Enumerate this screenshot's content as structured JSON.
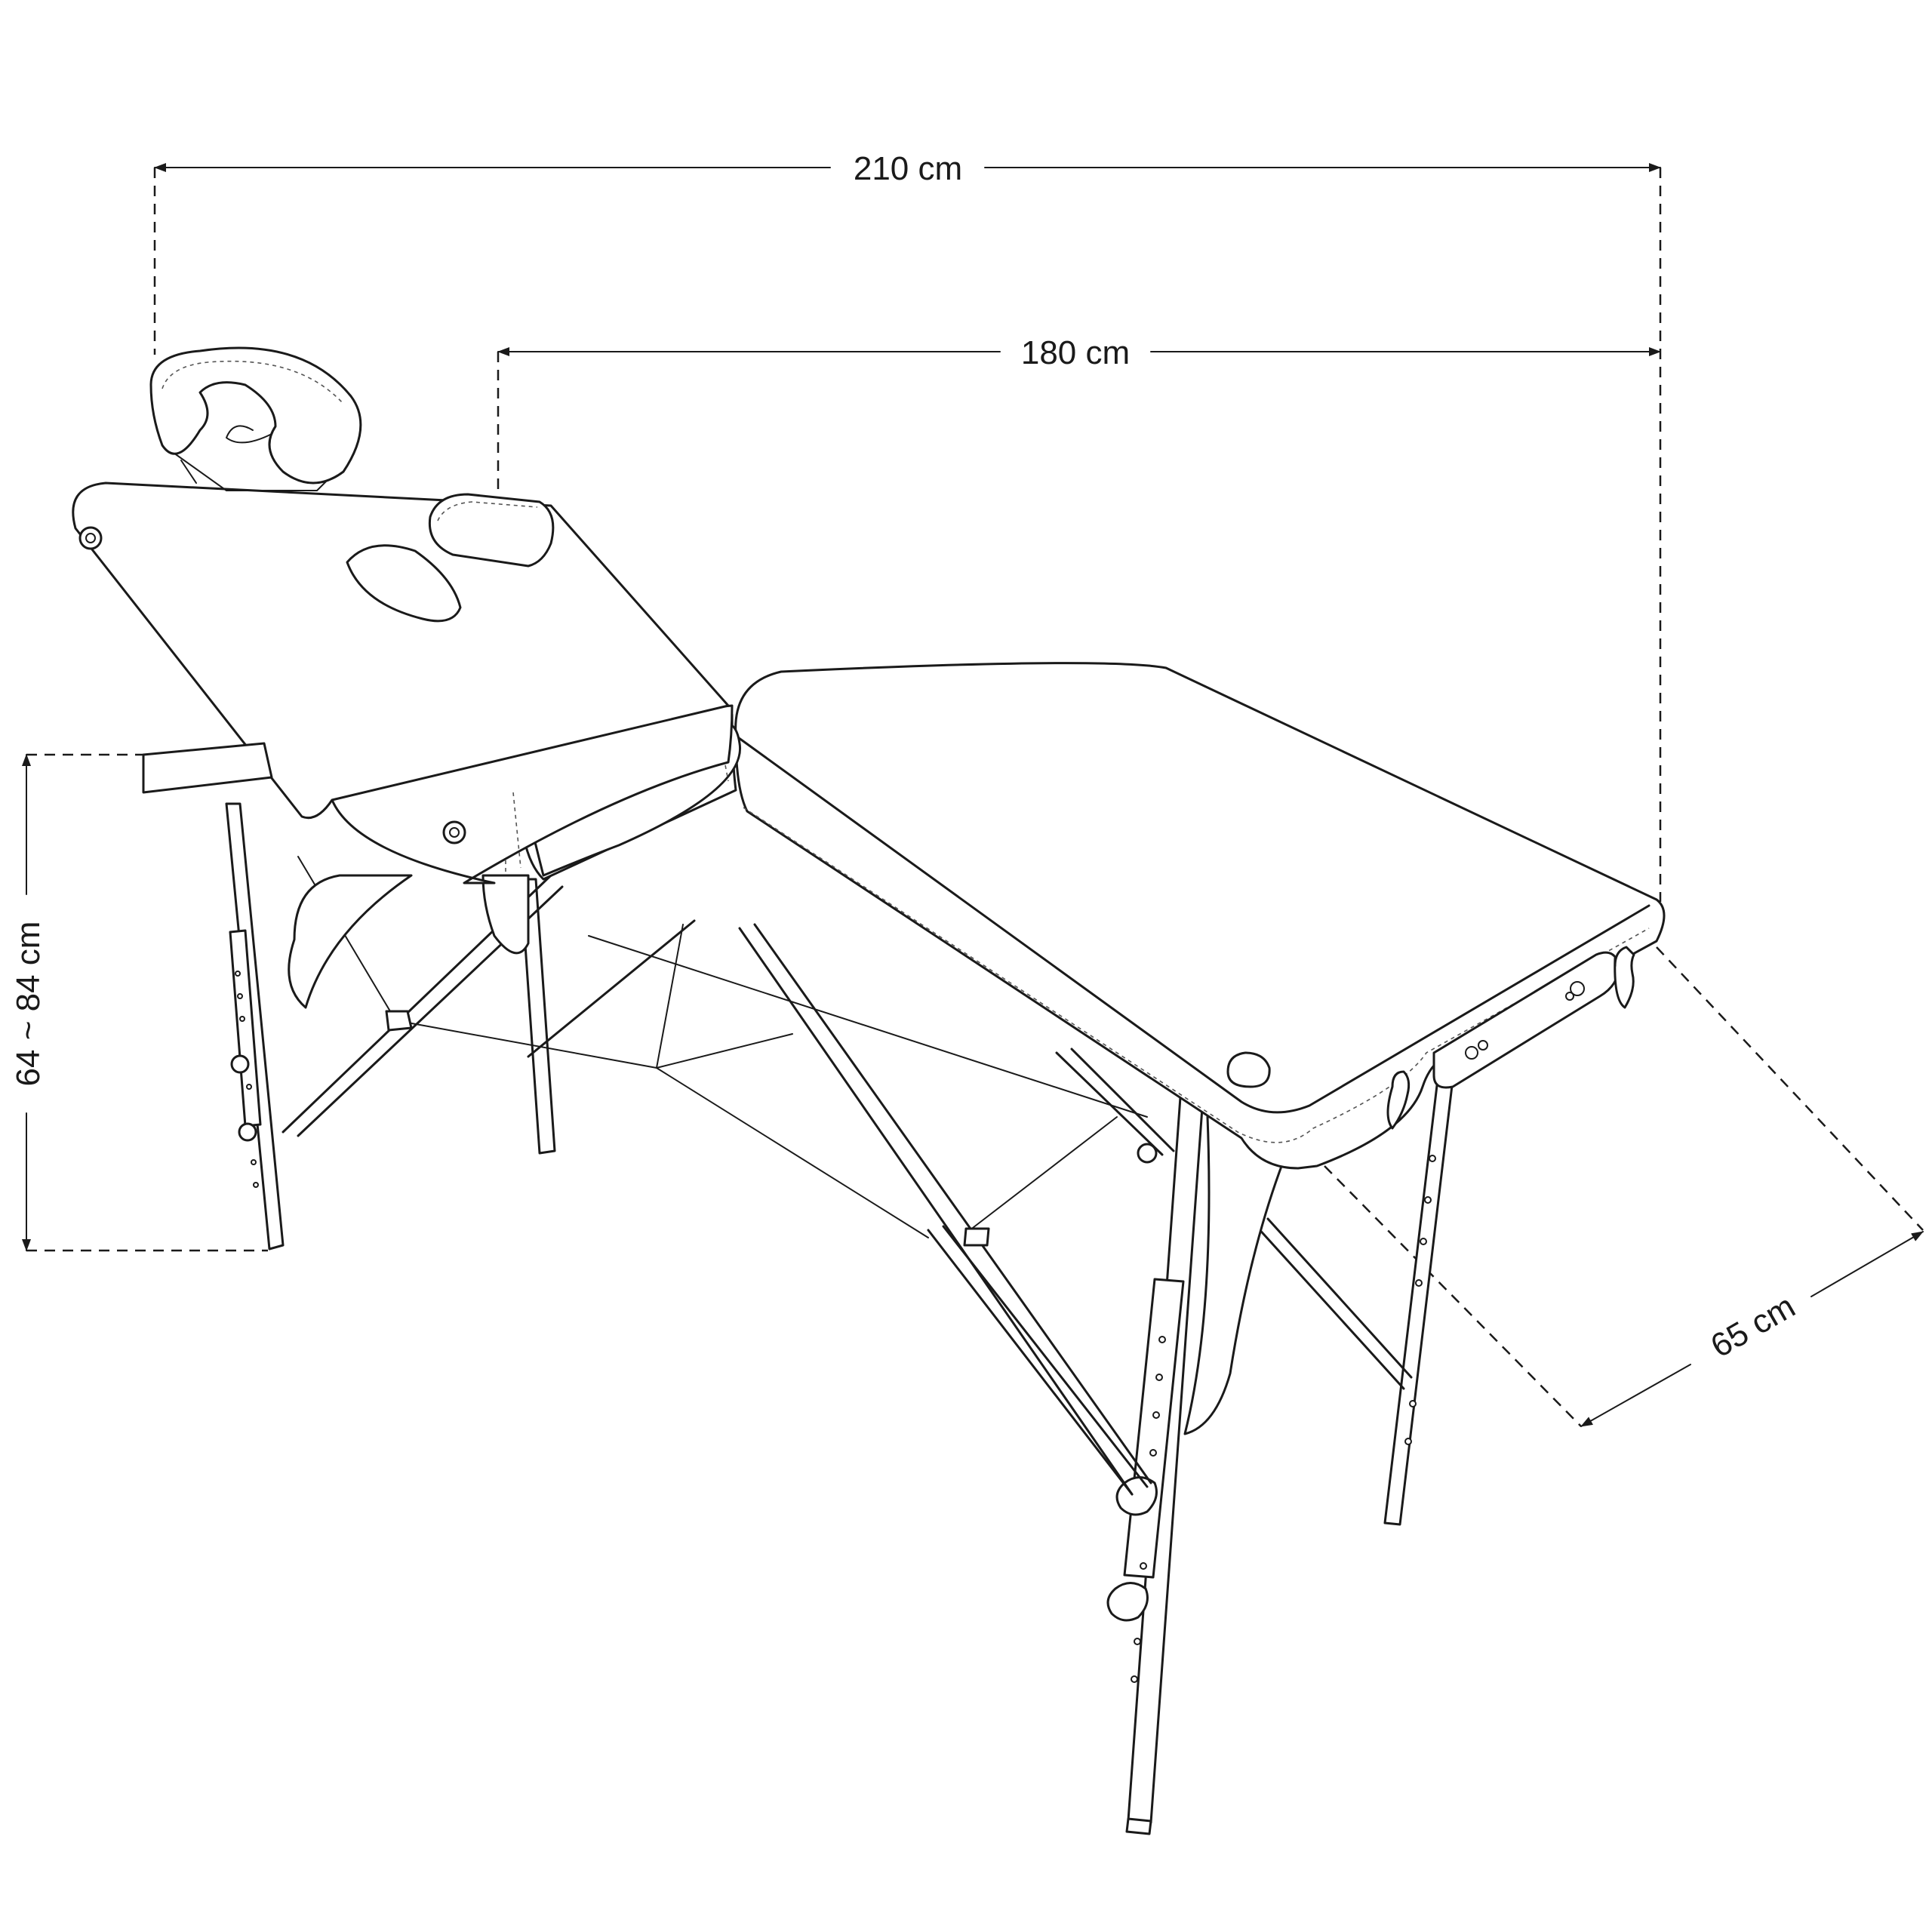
{
  "dimensions": {
    "total_length": "210 cm",
    "table_length": "180 cm",
    "height_range": "64 ~ 84 cm",
    "width": "65 cm"
  },
  "colors": {
    "line": "#1a1a1a",
    "background": "#ffffff"
  }
}
